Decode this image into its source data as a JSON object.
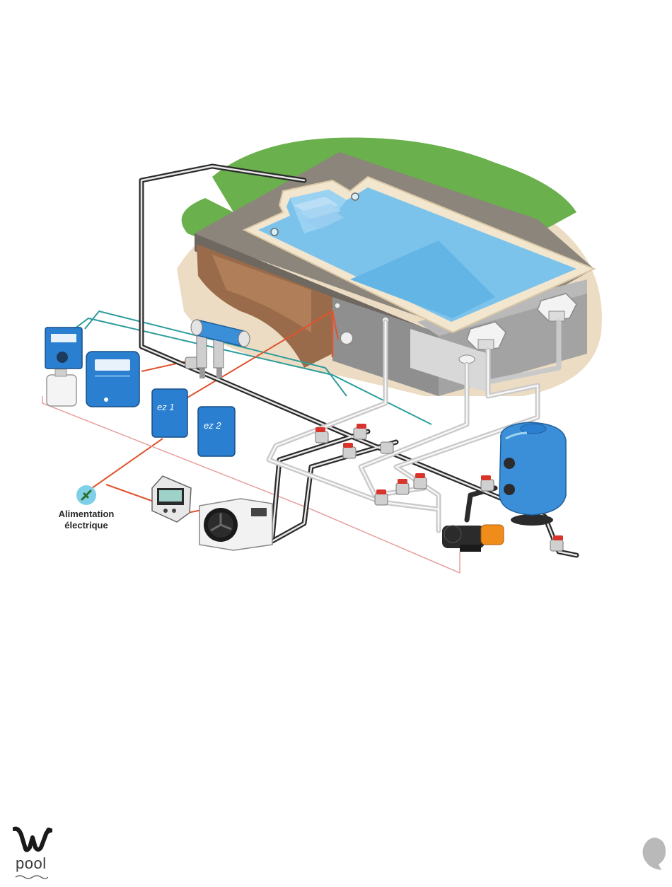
{
  "diagram": {
    "power_label_line1": "Alimentation",
    "power_label_line2": "électrique",
    "controller_1_label": "ez 1",
    "controller_2_label": "ez 2"
  },
  "footer": {
    "brand_text": "pool",
    "brand_logo": "w-pool-logo",
    "corner_icon": "drop-icon"
  },
  "colors": {
    "water": "#7cc3ec",
    "water_deep": "#4ea9e0",
    "equipment_blue": "#2a7fd0",
    "grass": "#6ab04c",
    "soil": "#e7d8bf",
    "deck": "#8c857c",
    "pipe_dark": "#2b2b2b",
    "pipe_light": "#c9c9c9",
    "valve_red": "#d9342b",
    "wire_orange": "#e0542e",
    "wire_teal": "#2e9c9c",
    "wire_pink": "#e8a0a0",
    "pump_orange": "#f08c1a"
  }
}
